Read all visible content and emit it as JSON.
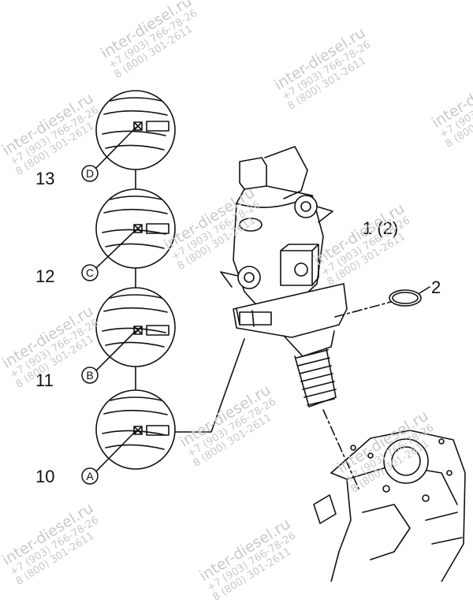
{
  "callouts": [
    {
      "number": "13",
      "letter": "D"
    },
    {
      "number": "12",
      "letter": "C"
    },
    {
      "number": "11",
      "letter": "B"
    },
    {
      "number": "10",
      "letter": "A"
    }
  ],
  "part_labels": {
    "injection_pump": "1 (2)",
    "o_ring": "2"
  },
  "watermark": {
    "site": "inter-diesel.ru",
    "phone1": "+7 (903) 766-78-26",
    "phone2": "8 (800) 301-2611"
  }
}
